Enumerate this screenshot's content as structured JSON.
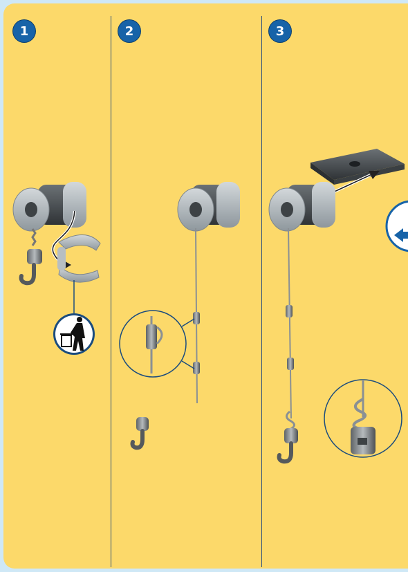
{
  "steps": [
    {
      "number": "1"
    },
    {
      "number": "2"
    },
    {
      "number": "3"
    }
  ],
  "colors": {
    "background": "#fcd96a",
    "step_badge": "#1763a8",
    "divider": "#2d4f7c",
    "outer": "#cfe8f6"
  },
  "icons": [
    "spool-icon",
    "hook-icon",
    "clip-icon",
    "trash-disposal-icon",
    "bracket-icon",
    "return-arrow-icon"
  ]
}
